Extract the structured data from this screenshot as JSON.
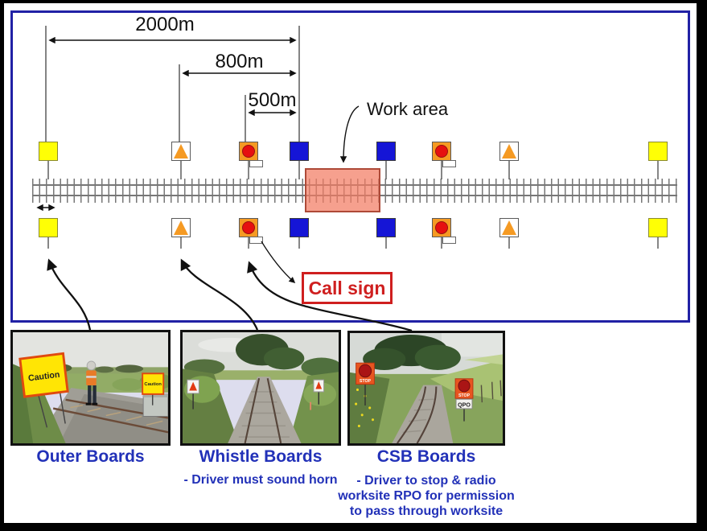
{
  "diagram": {
    "distance_labels": {
      "outer": "2000m",
      "whistle": "800m",
      "csb": "500m"
    },
    "work_area_label": "Work area",
    "call_sign_label": "Call sign",
    "board_types": [
      "outer-board-yellow",
      "whistle-board-orange-triangle",
      "csb-board-red-circle",
      "work-zone-board-blue"
    ],
    "colors": {
      "frame_blue": "#2121A5",
      "board_yellow": "#FFFF05",
      "board_blue": "#1515D6",
      "board_orange": "#F59A23",
      "csb_circle_red": "#E61010",
      "work_area_fill": "#F37B63",
      "call_sign_red": "#CF1F1F",
      "caption_blue": "#2231B8"
    }
  },
  "photos": [
    {
      "caption": "Outer Boards",
      "sign_label": "Caution"
    },
    {
      "caption": "Whistle Boards",
      "subtitle": "- Driver must sound horn"
    },
    {
      "caption": "CSB Boards",
      "subtitle_lines": [
        "- Driver to stop & radio",
        "worksite RPO for permission",
        "to pass through worksite"
      ],
      "stop_label": "STOP",
      "qpo_label": "QPO"
    }
  ]
}
